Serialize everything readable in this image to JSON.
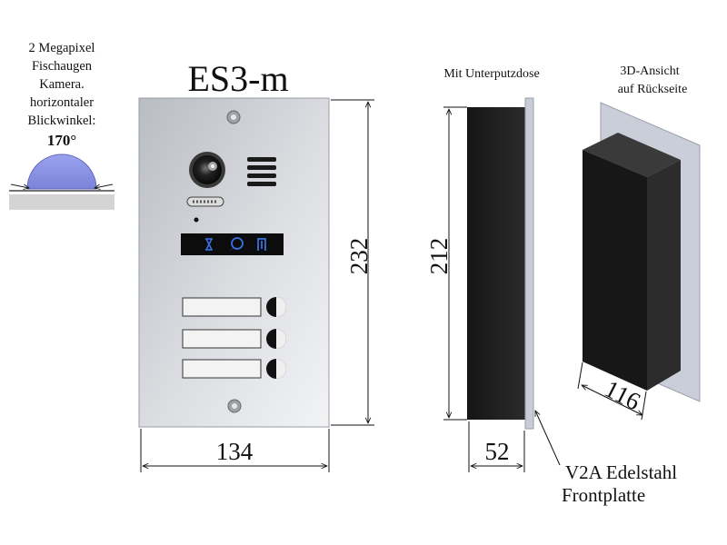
{
  "camera": {
    "lines": [
      "2 Megapixel",
      "Fischaugen",
      "Kamera.",
      "horizontaler",
      "Blickwinkel:"
    ],
    "angle": "170°"
  },
  "model": "ES3-m",
  "dimensions": {
    "front_height": "232",
    "front_width": "134",
    "box_height": "212",
    "box_depth": "52",
    "box_width": "116"
  },
  "captions": {
    "side": "Mit Unterputzdose",
    "back_line1": "3D-Ansicht",
    "back_line2": "auf  Rückseite"
  },
  "material": {
    "line1": "V2A Edelstahl",
    "line2": "Frontplatte"
  },
  "colors": {
    "plate": "#cfd2d8",
    "box": "#222222",
    "icon_blue": "#3b6fe0"
  },
  "panel_icons": [
    "hourglass-icon",
    "speech-icon",
    "door-icon"
  ],
  "name_buttons": 3
}
